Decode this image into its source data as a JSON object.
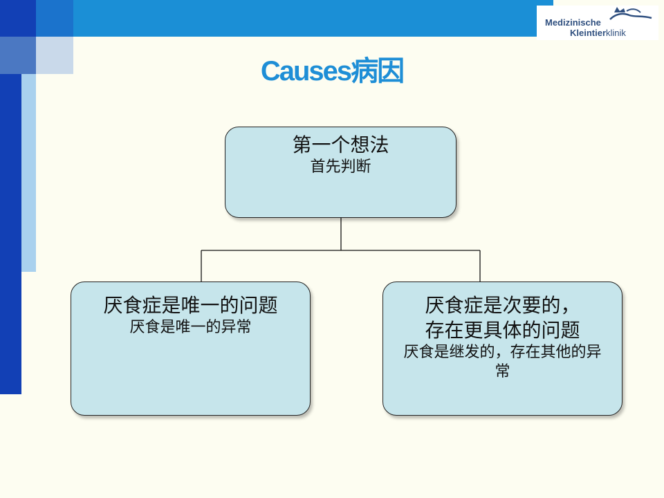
{
  "title": "Causes病因",
  "logo": {
    "line1": "Medizinische",
    "line2_a": "Kleintier",
    "line2_b": "klinik"
  },
  "nodes": {
    "top": {
      "heading": "第一个想法",
      "sub": "首先判断"
    },
    "left": {
      "heading": "厌食症是唯一的问题",
      "sub": "厌食是唯一的异常"
    },
    "right": {
      "heading1": "厌食症是次要的，",
      "heading2": "存在更具体的问题",
      "sub": "厌食是继发的，存在其他的异常"
    }
  },
  "colors": {
    "title": "#1e8ed6",
    "node_fill": "#c6e5eb",
    "background": "#fdfdf1"
  }
}
